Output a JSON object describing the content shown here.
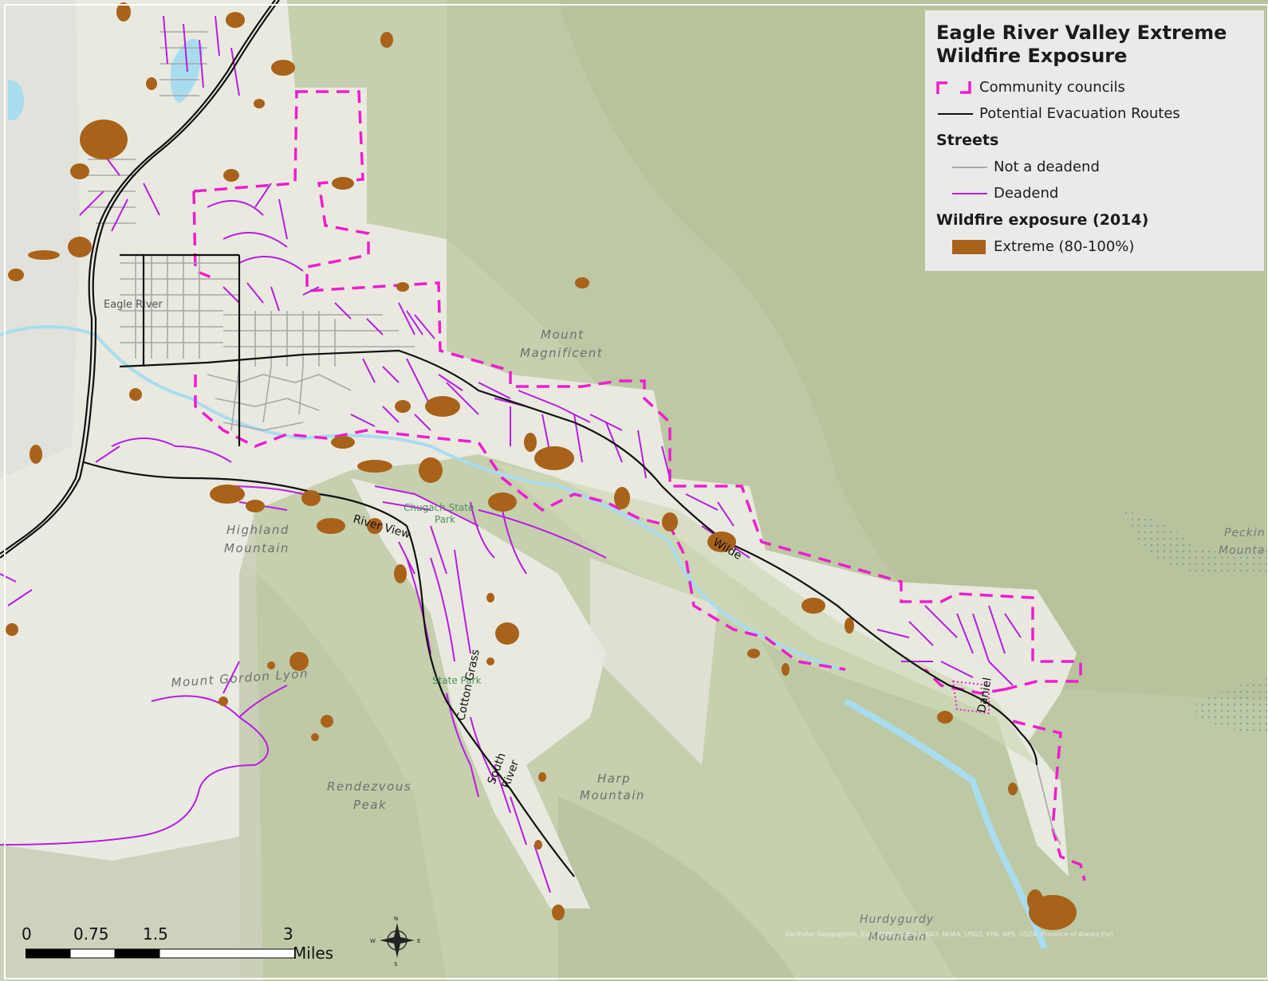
{
  "legend": {
    "title_line1": "Eagle  River Valley Extreme",
    "title_line2": "Wildfire Exposure",
    "community_councils": "Community councils",
    "evacuation_routes": "Potential Evacuation Routes",
    "streets_heading": "Streets",
    "not_deadend": "Not a deadend",
    "deadend": "Deadend",
    "wildfire_heading": "Wildfire exposure (2014)",
    "extreme": "Extreme (80-100%)"
  },
  "colors": {
    "council": "#ee1ecc",
    "evacuation": "#111111",
    "street_normal": "#a8a8a8",
    "street_deadend": "#b61fe0",
    "extreme": "#a8621a",
    "terrain": "#c9d1b3",
    "water": "#a9dcef"
  },
  "places": {
    "eagle_river": "Eagle River",
    "mount": "Mount",
    "magnificent": "Magnificent",
    "highland": "Highland",
    "highland_mountain": "Mountain",
    "chugach1": "Chugach State",
    "chugach2": "Park",
    "mount_gordon_lyon": "Mount Gordon Lyon",
    "rendezvous": "Rendezvous",
    "peak": "Peak",
    "harp": "Harp",
    "harp_mountain": "Mountain",
    "hurdygurdy": "Hurdygurdy",
    "hurdygurdy_mountain": "Mountain",
    "peckin1": "Peckin",
    "peckin2": "Mounta",
    "state_park": "State Park",
    "river_view": "River View",
    "wilde": "Wilde",
    "cotton_grass": "Cotton Grass",
    "south": "South",
    "river": "River",
    "daniel": "Daniel"
  },
  "scale": {
    "t0": "0",
    "t1": "0.75",
    "t2": "1.5",
    "t3": "3",
    "unit": "Miles"
  },
  "compass": {
    "n": "N",
    "s": "S",
    "e": "E",
    "w": "W"
  },
  "credits": "Earthstar Geographics, Esri, HERE, Garmin, FAO, NOAA, USGS, EPA, NPS, USDA, Province of Alaska Esri"
}
